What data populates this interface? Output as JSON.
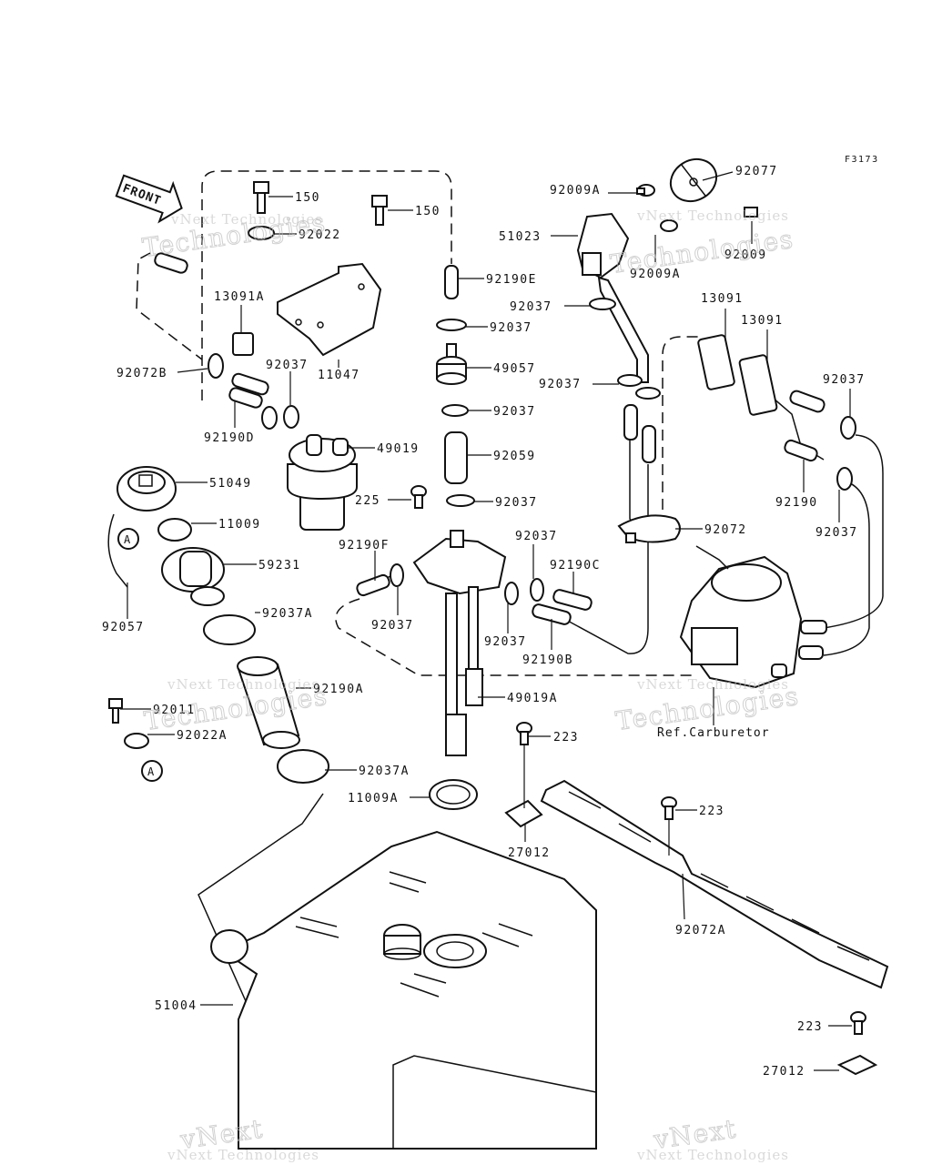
{
  "figure_code": "F3173",
  "front_label": "FRONT",
  "ref_label": "Ref.Carburetor",
  "callout_marker": "A",
  "watermark": {
    "line1": "vNext Technologies",
    "line2": "vNext",
    "line3": "Technologies"
  },
  "parts": [
    {
      "id": "p150a",
      "number": "150"
    },
    {
      "id": "p150b",
      "number": "150"
    },
    {
      "id": "p92022",
      "number": "92022"
    },
    {
      "id": "p13091A",
      "number": "13091A"
    },
    {
      "id": "p92037a",
      "number": "92037"
    },
    {
      "id": "p11047",
      "number": "11047"
    },
    {
      "id": "p92072B",
      "number": "92072B"
    },
    {
      "id": "p92190D",
      "number": "92190D"
    },
    {
      "id": "p49019",
      "number": "49019"
    },
    {
      "id": "p51049",
      "number": "51049"
    },
    {
      "id": "p11009",
      "number": "11009"
    },
    {
      "id": "p59231",
      "number": "59231"
    },
    {
      "id": "p92057",
      "number": "92057"
    },
    {
      "id": "p92037A1",
      "number": "92037A"
    },
    {
      "id": "p92190A",
      "number": "92190A"
    },
    {
      "id": "p92011",
      "number": "92011"
    },
    {
      "id": "p92022A",
      "number": "92022A"
    },
    {
      "id": "p92037A2",
      "number": "92037A"
    },
    {
      "id": "p11009A",
      "number": "11009A"
    },
    {
      "id": "p51004",
      "number": "51004"
    },
    {
      "id": "p92190E",
      "number": "92190E"
    },
    {
      "id": "p92037b",
      "number": "92037"
    },
    {
      "id": "p49057",
      "number": "49057"
    },
    {
      "id": "p92037c",
      "number": "92037"
    },
    {
      "id": "p92059",
      "number": "92059"
    },
    {
      "id": "p225",
      "number": "225"
    },
    {
      "id": "p92037d",
      "number": "92037"
    },
    {
      "id": "p92190F",
      "number": "92190F"
    },
    {
      "id": "p92037e",
      "number": "92037"
    },
    {
      "id": "p49019A",
      "number": "49019A"
    },
    {
      "id": "p92037f",
      "number": "92037"
    },
    {
      "id": "p92037g",
      "number": "92037"
    },
    {
      "id": "p92190C",
      "number": "92190C"
    },
    {
      "id": "p92190B",
      "number": "92190B"
    },
    {
      "id": "p223a",
      "number": "223"
    },
    {
      "id": "p27012a",
      "number": "27012"
    },
    {
      "id": "p92009A1",
      "number": "92009A"
    },
    {
      "id": "p51023",
      "number": "51023"
    },
    {
      "id": "p92077",
      "number": "92077"
    },
    {
      "id": "p92009",
      "number": "92009"
    },
    {
      "id": "p92009A2",
      "number": "92009A"
    },
    {
      "id": "p92037h",
      "number": "92037"
    },
    {
      "id": "p13091a",
      "number": "13091"
    },
    {
      "id": "p13091b",
      "number": "13091"
    },
    {
      "id": "p92037i",
      "number": "92037"
    },
    {
      "id": "p92037j",
      "number": "92037"
    },
    {
      "id": "p92190",
      "number": "92190"
    },
    {
      "id": "p92037k",
      "number": "92037"
    },
    {
      "id": "p92072",
      "number": "92072"
    },
    {
      "id": "p223b",
      "number": "223"
    },
    {
      "id": "p92072A",
      "number": "92072A"
    },
    {
      "id": "p223c",
      "number": "223"
    },
    {
      "id": "p27012b",
      "number": "27012"
    }
  ]
}
